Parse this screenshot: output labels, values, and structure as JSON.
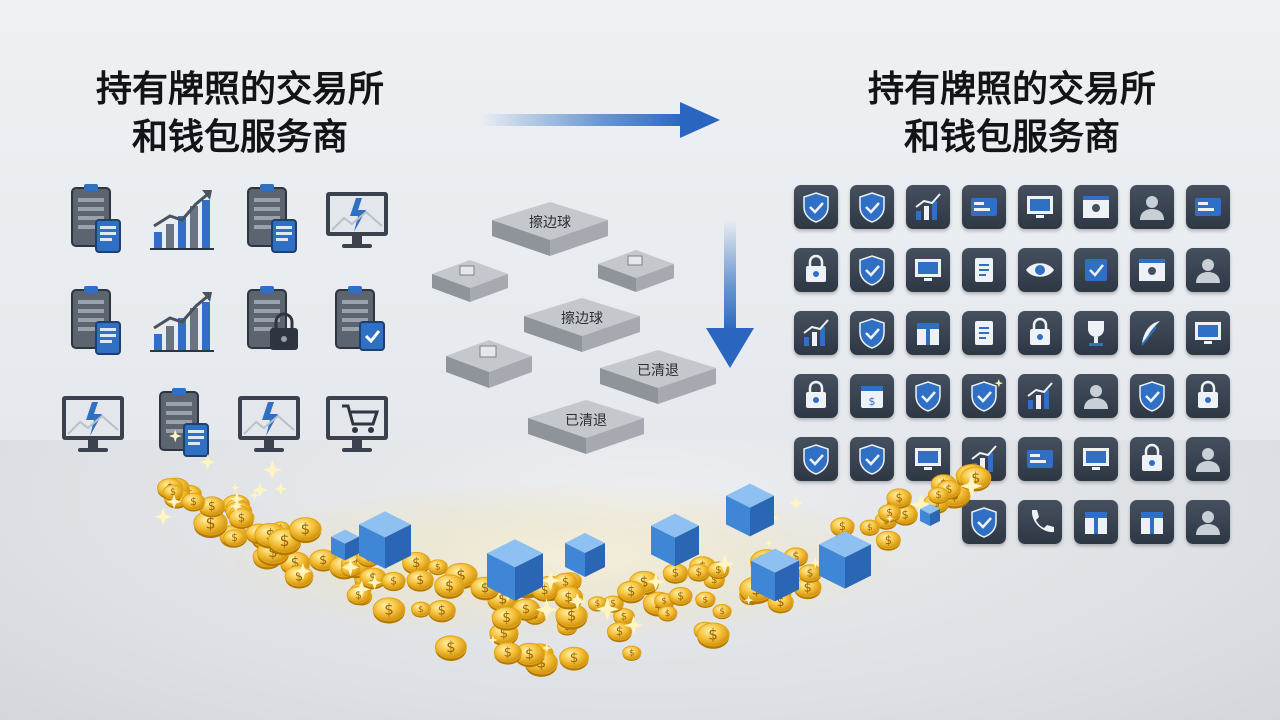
{
  "titles": {
    "left_line1": "持有牌照的交易所",
    "left_line2": "和钱包服务商",
    "right_line1": "持有牌照的交易所",
    "right_line2": "和钱包服务商"
  },
  "tiles": {
    "edge_ball_1": "擦边球",
    "edge_ball_2": "擦边球",
    "cleared_1": "已清退",
    "cleared_2": "已清退"
  },
  "colors": {
    "accent_blue": "#2f6fc4",
    "icon_dark": "#35404e",
    "coin_gold": "#f2b21c",
    "cube_blue": "#3f86d6"
  },
  "left_icons": [
    "document-phone-icon",
    "growth-chart-icon",
    "clipboard-phone-icon",
    "monitor-lightning-icon",
    "clipboard-phone-icon",
    "growth-chart-icon",
    "clipboard-lock-icon",
    "clipboard-check-icon",
    "monitor-lightning-icon",
    "clipboard-phone-icon",
    "monitor-lightning-icon",
    "monitor-cart-icon"
  ],
  "right_icons": [
    "shield-check-icon",
    "shield-check-icon",
    "growth-chart-icon",
    "id-card-icon",
    "monitor-icon",
    "browser-user-icon",
    "user-icon",
    "card-icon",
    "lock-bag-icon",
    "shield-check-icon",
    "monitor-icon",
    "clipboard-icon",
    "eye-icon",
    "checkbox-icon",
    "browser-user-icon",
    "user-icon",
    "monitor-chart-icon",
    "shield-check-icon",
    "gift-icon",
    "document-icon",
    "document-lock-icon",
    "trophy-icon",
    "feather-icon",
    "monitor-pen-icon",
    "lock-bag-icon",
    "calendar-dollar-icon",
    "shield-check-icon",
    "shield-check-icon",
    "growth-chart-icon",
    "mountain-user-icon",
    "shield-check-icon",
    "lock-icon",
    "shield-check-icon",
    "shield-check-icon",
    "monitor-icon",
    "growth-chart-icon",
    "card-icon",
    "monitor-icon",
    "lock-bag-icon",
    "user-icon",
    "shield-check-icon",
    "phone-icon",
    "box-icon",
    "arrow-box-icon",
    "user-icon"
  ]
}
